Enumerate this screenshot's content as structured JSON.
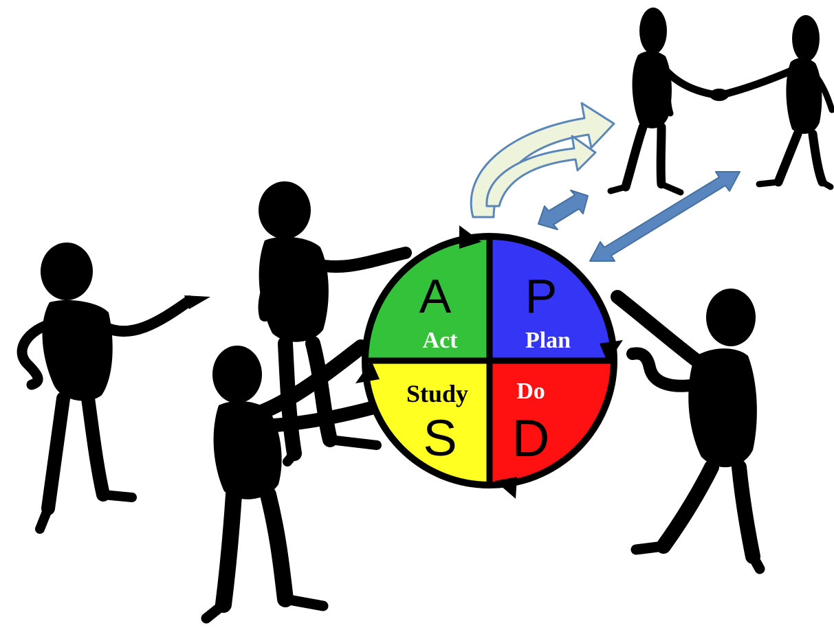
{
  "cycle": {
    "quadrants": [
      {
        "id": "act",
        "letter": "A",
        "label": "Act",
        "color": "#33c23a",
        "letter_color": "#000000",
        "label_color": "#ffffff"
      },
      {
        "id": "plan",
        "letter": "P",
        "label": "Plan",
        "color": "#3535f5",
        "letter_color": "#000000",
        "label_color": "#ffffff"
      },
      {
        "id": "study",
        "letter": "S",
        "label": "Study",
        "color": "#ffff22",
        "letter_color": "#000000",
        "label_color": "#000000"
      },
      {
        "id": "do",
        "letter": "D",
        "label": "Do",
        "color": "#ff1111",
        "letter_color": "#000000",
        "label_color": "#ffffff"
      }
    ],
    "outline_color": "#000000"
  },
  "colors": {
    "silhouette": "#000000",
    "curved_arrow_fill": "#eef3dc",
    "curved_arrow_stroke": "#5b86b8",
    "double_arrow_fill": "#5a86c0"
  }
}
